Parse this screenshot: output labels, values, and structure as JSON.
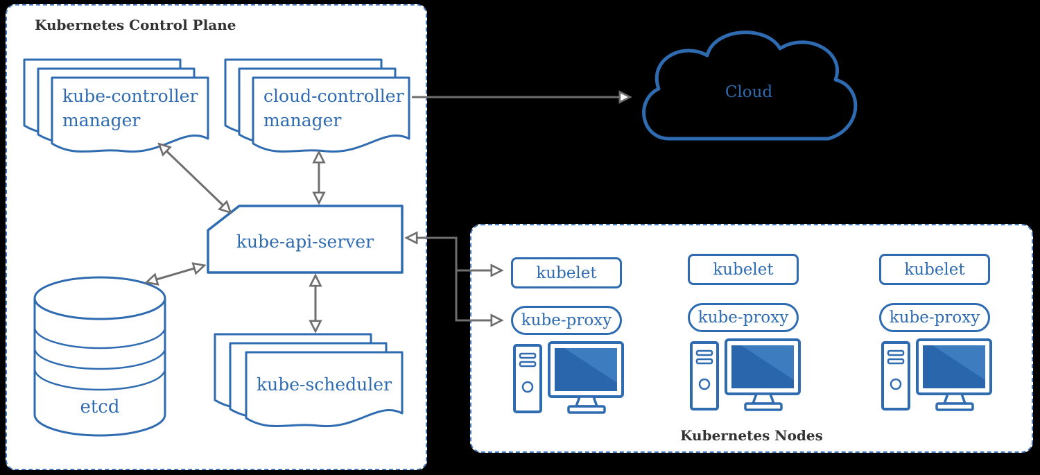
{
  "colors": {
    "blue": "#2f6bb0",
    "gray": "#6e6e6e",
    "title": "#333333"
  },
  "control_plane": {
    "title": "Kubernetes Control Plane",
    "kube_controller_manager": "kube-controller\nmanager",
    "cloud_controller_manager": "cloud-controller\nmanager",
    "kube_api_server": "kube-api-server",
    "etcd": "etcd",
    "kube_scheduler": "kube-scheduler"
  },
  "cloud": {
    "label": "Cloud"
  },
  "nodes": {
    "title": "Kubernetes Nodes",
    "kubelet": "kubelet",
    "kube_proxy": "kube-proxy"
  }
}
